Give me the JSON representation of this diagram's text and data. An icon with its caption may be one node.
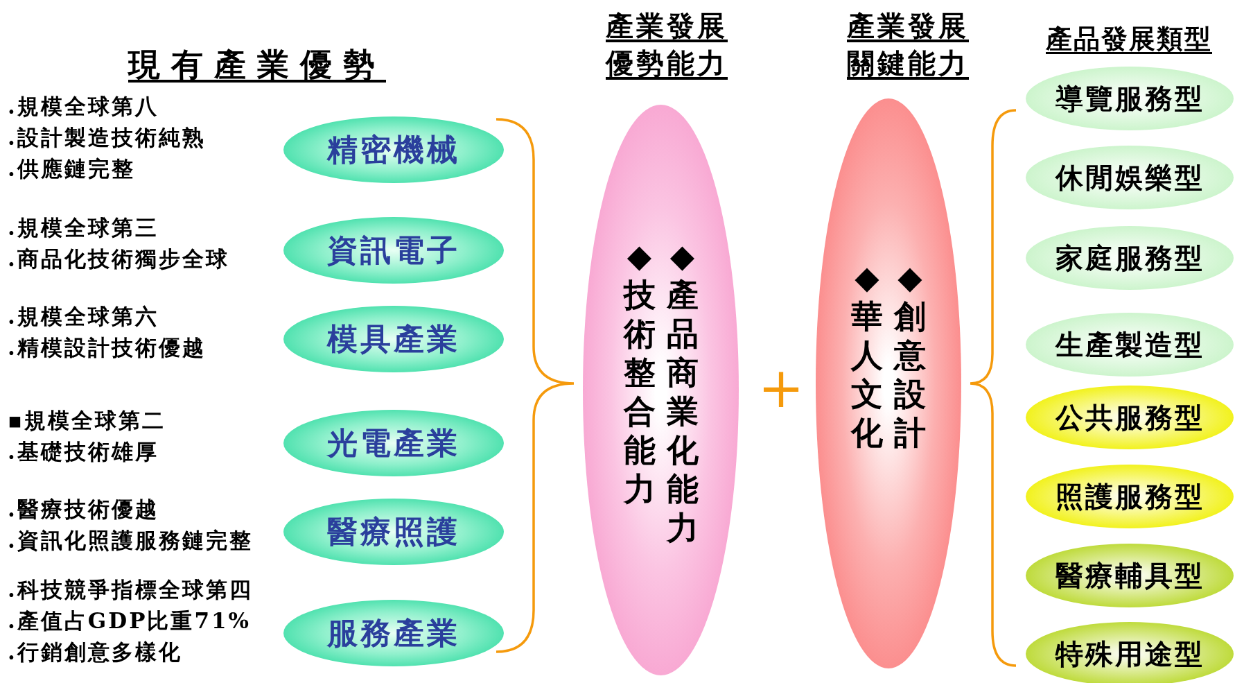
{
  "diagram": {
    "nodes": [
      {
        "text": [
          "精密機械"
        ],
        "beside": [
          ".規模全球第八",
          ".設計製造技術純熟",
          ".供應鏈完整"
        ]
      },
      {
        "text": [
          "資訊電子"
        ],
        "beside": [
          ".規模全球第三",
          ".商品化技術獨步全球"
        ]
      },
      {
        "text": [
          "模具產業"
        ],
        "beside": [
          ".規模全球第六",
          ".精模設計技術優越"
        ]
      },
      {
        "text": [
          "光電產業"
        ],
        "beside": [
          "▪規模全球第二",
          ".基礎技術雄厚"
        ]
      },
      {
        "text": [
          "醫療照護"
        ],
        "beside": [
          ".醫療技術優越",
          ".資訊化照護服務鏈完整"
        ]
      },
      {
        "text": [
          "服務產業"
        ],
        "beside": [
          ".科技競爭指標全球第四",
          ".產值占GDP比重71%",
          ".行銷創意多樣化"
        ]
      },
      {
        "text": [
          "◆技術整合能力",
          "◆產品商業化能力"
        ]
      },
      {
        "text": [
          "◆華人文化",
          "◆創意設計"
        ]
      },
      {
        "text": [
          "導覽服務型"
        ]
      },
      {
        "text": [
          "休閒娛樂型"
        ]
      },
      {
        "text": [
          "家庭服務型"
        ]
      },
      {
        "text": [
          "生產製造型"
        ]
      },
      {
        "text": [
          "公共服務型"
        ]
      },
      {
        "text": [
          "照護服務型"
        ]
      },
      {
        "text": [
          "醫療輔具型"
        ]
      },
      {
        "text": [
          "特殊用途型"
        ]
      }
    ],
    "labels": [
      "現有產業優勢",
      "產業發展優勢能力",
      "產業發展關鍵能力",
      "產品發展類型",
      "+"
    ]
  }
}
